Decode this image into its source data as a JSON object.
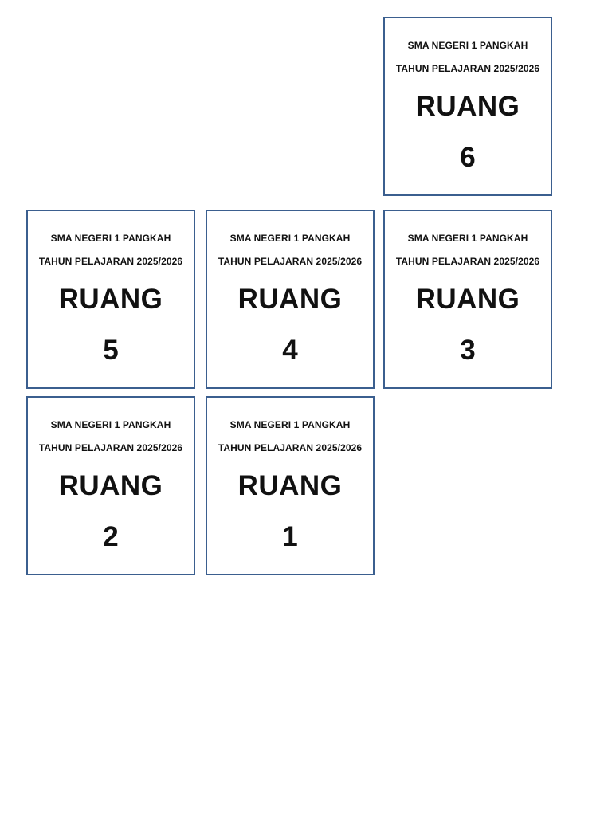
{
  "cards": [
    {
      "school": "SMA NEGERI 1 PANGKAH",
      "year": "TAHUN PELAJARAN 2025/2026",
      "label": "RUANG",
      "number": "6"
    },
    {
      "school": "SMA NEGERI 1 PANGKAH",
      "year": "TAHUN PELAJARAN 2025/2026",
      "label": "RUANG",
      "number": "5"
    },
    {
      "school": "SMA NEGERI 1 PANGKAH",
      "year": "TAHUN PELAJARAN 2025/2026",
      "label": "RUANG",
      "number": "4"
    },
    {
      "school": "SMA NEGERI 1 PANGKAH",
      "year": "TAHUN PELAJARAN 2025/2026",
      "label": "RUANG",
      "number": "3"
    },
    {
      "school": "SMA NEGERI 1 PANGKAH",
      "year": "TAHUN PELAJARAN 2025/2026",
      "label": "RUANG",
      "number": "2"
    },
    {
      "school": "SMA NEGERI 1 PANGKAH",
      "year": "TAHUN PELAJARAN 2025/2026",
      "label": "RUANG",
      "number": "1"
    }
  ],
  "colors": {
    "border": "#3b5f8f",
    "text": "#111111"
  }
}
